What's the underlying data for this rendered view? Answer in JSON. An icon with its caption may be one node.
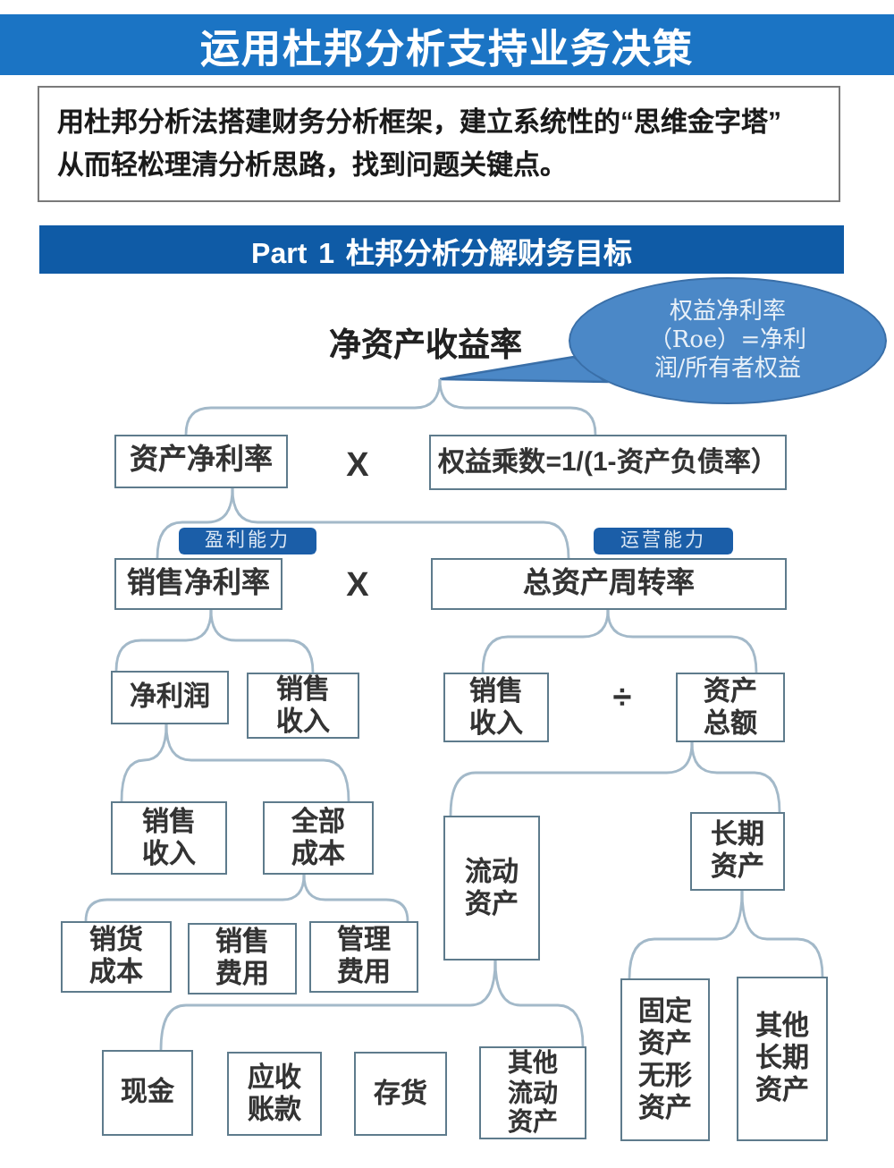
{
  "diagram": {
    "title": "运用杜邦分析支持业务决策",
    "nodes": [
      {
        "text": [
          "用杜邦分析法搭建财务分析框架，建立系统性的“思维金字塔”从而轻松理清分析思路，找到问题关键点。"
        ]
      },
      {
        "text": [
          "Part 1 杜邦分析分解财务目标"
        ]
      },
      {
        "text": [
          "净资产收益率"
        ]
      },
      {
        "text": [
          "权益净利率（Roe）=净利润/所有者权益"
        ]
      },
      {
        "text": [
          "资产净利率"
        ]
      },
      {
        "text": [
          "权益乘数=1/(1-资产负债率）"
        ]
      },
      {
        "text": [
          "盈利能力"
        ]
      },
      {
        "text": [
          "运营能力"
        ]
      },
      {
        "text": [
          "销售净利率"
        ]
      },
      {
        "text": [
          "总资产周转率"
        ]
      },
      {
        "text": [
          "净利润"
        ]
      },
      {
        "text": [
          "销售收入"
        ]
      },
      {
        "text": [
          "销售收入"
        ]
      },
      {
        "text": [
          "资产总额"
        ]
      },
      {
        "text": [
          "销售收入"
        ]
      },
      {
        "text": [
          "全部成本"
        ]
      },
      {
        "text": [
          "流动资产"
        ]
      },
      {
        "text": [
          "长期资产"
        ]
      },
      {
        "text": [
          "销货成本"
        ]
      },
      {
        "text": [
          "销售费用"
        ]
      },
      {
        "text": [
          "管理费用"
        ]
      },
      {
        "text": [
          "固定资产无形资产"
        ]
      },
      {
        "text": [
          "其他长期资产"
        ]
      },
      {
        "text": [
          "现金"
        ]
      },
      {
        "text": [
          "应收账款"
        ]
      },
      {
        "text": [
          "存货"
        ]
      },
      {
        "text": [
          "其他流动资产"
        ]
      }
    ],
    "edges": [
      {
        "from": 3,
        "to": 2,
        "arrow": "none"
      },
      {
        "from": 2,
        "to": 4,
        "arrow": "none"
      },
      {
        "from": 2,
        "to": 5,
        "arrow": "none"
      },
      {
        "from": 4,
        "to": 8,
        "arrow": "none"
      },
      {
        "from": 4,
        "to": 9,
        "arrow": "none"
      },
      {
        "from": 8,
        "to": 10,
        "arrow": "none"
      },
      {
        "from": 8,
        "to": 11,
        "arrow": "none"
      },
      {
        "from": 9,
        "to": 12,
        "arrow": "none"
      },
      {
        "from": 9,
        "to": 13,
        "arrow": "none"
      },
      {
        "from": 10,
        "to": 14,
        "arrow": "none"
      },
      {
        "from": 10,
        "to": 15,
        "arrow": "none"
      },
      {
        "from": 13,
        "to": 16,
        "arrow": "none"
      },
      {
        "from": 13,
        "to": 17,
        "arrow": "none"
      },
      {
        "from": 15,
        "to": 18,
        "arrow": "none"
      },
      {
        "from": 15,
        "to": 20,
        "arrow": "none"
      },
      {
        "from": 17,
        "to": 21,
        "arrow": "none"
      },
      {
        "from": 17,
        "to": 22,
        "arrow": "none"
      },
      {
        "from": 16,
        "to": 23,
        "arrow": "none"
      },
      {
        "from": 16,
        "to": 26,
        "arrow": "none"
      }
    ],
    "labels": [
      "X",
      "X",
      "÷"
    ]
  }
}
